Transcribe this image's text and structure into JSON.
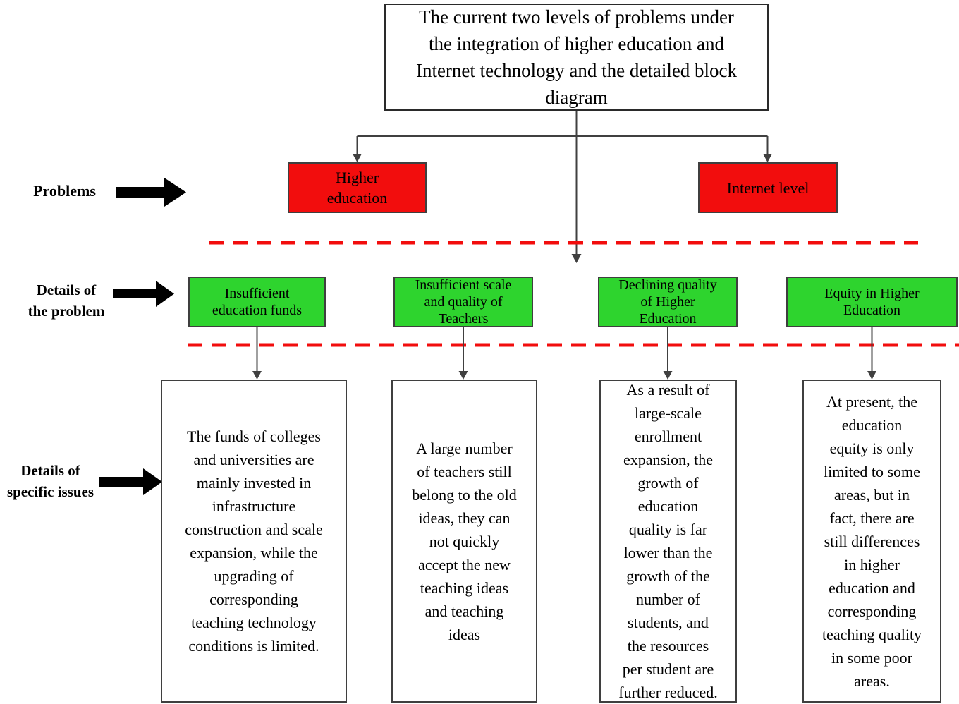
{
  "title": "The current two levels of problems under\nthe integration of higher education and\nInternet technology and the detailed block\ndiagram",
  "row_labels": {
    "problems": "Problems",
    "problem_details": "Details of\nthe problem",
    "specific_issues": "Details of\nspecific issues"
  },
  "problems": [
    {
      "label": "Higher\neducation"
    },
    {
      "label": "Internet level"
    }
  ],
  "problem_details": [
    {
      "label": "Insufficient\neducation funds",
      "detail": "The funds of colleges\nand universities are\nmainly invested in\ninfrastructure\nconstruction and scale\nexpansion, while the\nupgrading of\ncorresponding\nteaching technology\nconditions is limited."
    },
    {
      "label": "Insufficient scale\nand quality of\nTeachers",
      "detail": "A large number\nof teachers still\nbelong to the old\nideas, they can\nnot quickly\naccept the new\nteaching ideas\nand teaching\nideas"
    },
    {
      "label": "Declining quality\nof Higher\nEducation",
      "detail": "As a result of\nlarge-scale\nenrollment\nexpansion, the\ngrowth of\neducation\nquality is far\nlower than the\ngrowth of the\nnumber of\nstudents, and\nthe resources\nper student are\nfurther reduced."
    },
    {
      "label": "Equity in Higher\nEducation",
      "detail": "At present, the\neducation\nequity is only\nlimited to some\nareas, but in\nfact, there are\nstill differences\nin higher\neducation and\ncorresponding\nteaching quality\nin some poor\nareas."
    }
  ],
  "colors": {
    "problem_box": "#f20d0d",
    "detail_box": "#2ed42e",
    "divider_dash": "#f20d0d",
    "connector": "#404040",
    "label_arrow": "#000000"
  }
}
